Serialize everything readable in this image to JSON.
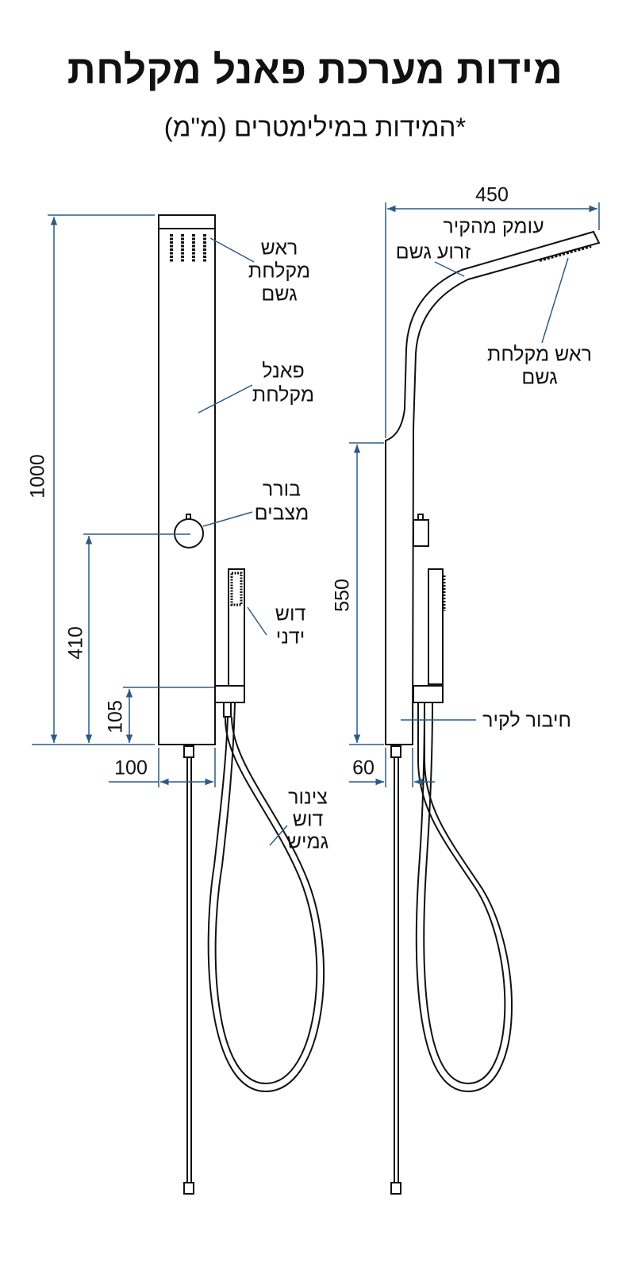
{
  "title": "מידות מערכת פאנל מקלחת",
  "subtitle": "*המידות במילימטרים (מ\"מ)",
  "colors": {
    "dimension": "#2c5b8a",
    "line": "#111111"
  },
  "front_view": {
    "labels": {
      "rain_head": [
        "ראש",
        "מקלחת",
        "גשם"
      ],
      "panel": [
        "פאנל",
        "מקלחת"
      ],
      "diverter": [
        "בורר",
        "מצבים"
      ],
      "hand_shower": [
        "דוש",
        "ידני"
      ],
      "hose": [
        "צינור",
        "דוש",
        "גמיש"
      ]
    },
    "dimensions": {
      "height": "1000",
      "diverter_height": "410",
      "holder_height": "105",
      "width": "100"
    }
  },
  "side_view": {
    "labels": {
      "depth": "עומק מהקיר",
      "arm": "זרוע גשם",
      "rain_head": [
        "ראש מקלחת",
        "גשם"
      ],
      "wall_mount": "חיבור לקיר"
    },
    "dimensions": {
      "depth": "450",
      "panel_height": "550",
      "thickness": "60"
    }
  }
}
